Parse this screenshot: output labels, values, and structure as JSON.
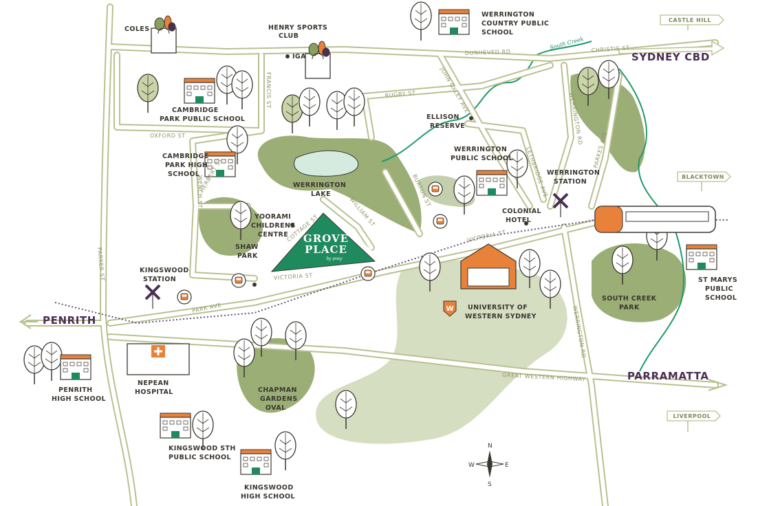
{
  "colors": {
    "road": "#b8c190",
    "park": "#8aa05e",
    "parkLight": "#d6dec2",
    "green": "#1f8a5e",
    "purple": "#4a2e55",
    "rail": "#6b4a7a",
    "orange": "#e8823a",
    "creek": "#1f9a6a"
  },
  "site": {
    "name_line1": "GROVE",
    "name_line2": "PLACE",
    "byline": "by posy"
  },
  "destinations": {
    "sydney_cbd": "SYDNEY CBD",
    "penrith": "PENRITH",
    "parramatta": "PARRAMATTA"
  },
  "signs": {
    "castle_hill": "CASTLE HILL",
    "blacktown": "BLACKTOWN",
    "liverpool": "LIVERPOOL"
  },
  "roads": {
    "dunheved": "DUNHEVED RD",
    "christie": "CHRISTIE ST",
    "rugby": "RUGBY ST",
    "john_oxley": "JOHN OXLEY AVE",
    "lethbridge": "LETHBRIDGE AVE",
    "werrington_rd": "WERRINGTON RD",
    "parkes": "PARKES AVE",
    "francis": "FRANCIS ST",
    "oxford": "OXFORD ST",
    "herbert": "HERBERT ST",
    "wench": "WENCH ST",
    "burton": "BURTON ST",
    "william": "WILLIAM ST",
    "cottage": "COTTAGE ST",
    "victoria_w": "VICTORIA ST",
    "victoria_e": "VICTORIA ST",
    "park_ave": "PARK AVE",
    "parker": "PARKER ST",
    "gwh": "GREAT WESTERN HIGHWAY",
    "werrington_rd_s": "WERRINGTON RD"
  },
  "creek_label": "South Creek",
  "places": {
    "coles": "COLES",
    "henry_l1": "HENRY SPORTS",
    "henry_l2": "CLUB",
    "iga": "IGA",
    "wcps_l1": "WERRINGTON",
    "wcps_l2": "COUNTRY PUBLIC",
    "wcps_l3": "SCHOOL",
    "cpps_l1": "CAMBRIDGE",
    "cpps_l2": "PARK PUBLIC SCHOOL",
    "cphs_l1": "CAMBRIDGE",
    "cphs_l2": "PARK HIGH",
    "cphs_l3": "SCHOOL",
    "ellison_l1": "ELLISON",
    "ellison_l2": "RESERVE",
    "wps_l1": "WERRINGTON",
    "wps_l2": "PUBLIC SCHOOL",
    "lake_l1": "WERRINGTON",
    "lake_l2": "LAKE",
    "wstation_l1": "WERRINGTON",
    "wstation_l2": "STATION",
    "colonial_l1": "COLONIAL",
    "colonial_l2": "HOTEL",
    "yoorami_l1": "YOORAMI",
    "yoorami_l2": "CHILDRENS",
    "yoorami_l3": "CENTRE",
    "shaw_l1": "SHAW",
    "shaw_l2": "PARK",
    "kstation_l1": "KINGSWOOD",
    "kstation_l2": "STATION",
    "uws_l1": "UNIVERSITY OF",
    "uws_l2": "WESTERN SYDNEY",
    "scp_l1": "SOUTH CREEK",
    "scp_l2": "PARK",
    "smps_l1": "ST MARYS",
    "smps_l2": "PUBLIC",
    "smps_l3": "SCHOOL",
    "nepean_l1": "NEPEAN",
    "nepean_l2": "HOSPITAL",
    "phs_l1": "PENRITH",
    "phs_l2": "HIGH SCHOOL",
    "chapman_l1": "CHAPMAN",
    "chapman_l2": "GARDENS",
    "chapman_l3": "OVAL",
    "kss_l1": "KINGSWOOD STH",
    "kss_l2": "PUBLIC SCHOOL",
    "khs_l1": "KINGSWOOD",
    "khs_l2": "HIGH SCHOOL"
  },
  "compass": {
    "n": "N",
    "s": "S",
    "e": "E",
    "w": "W"
  },
  "uws_logo_letter": "W"
}
